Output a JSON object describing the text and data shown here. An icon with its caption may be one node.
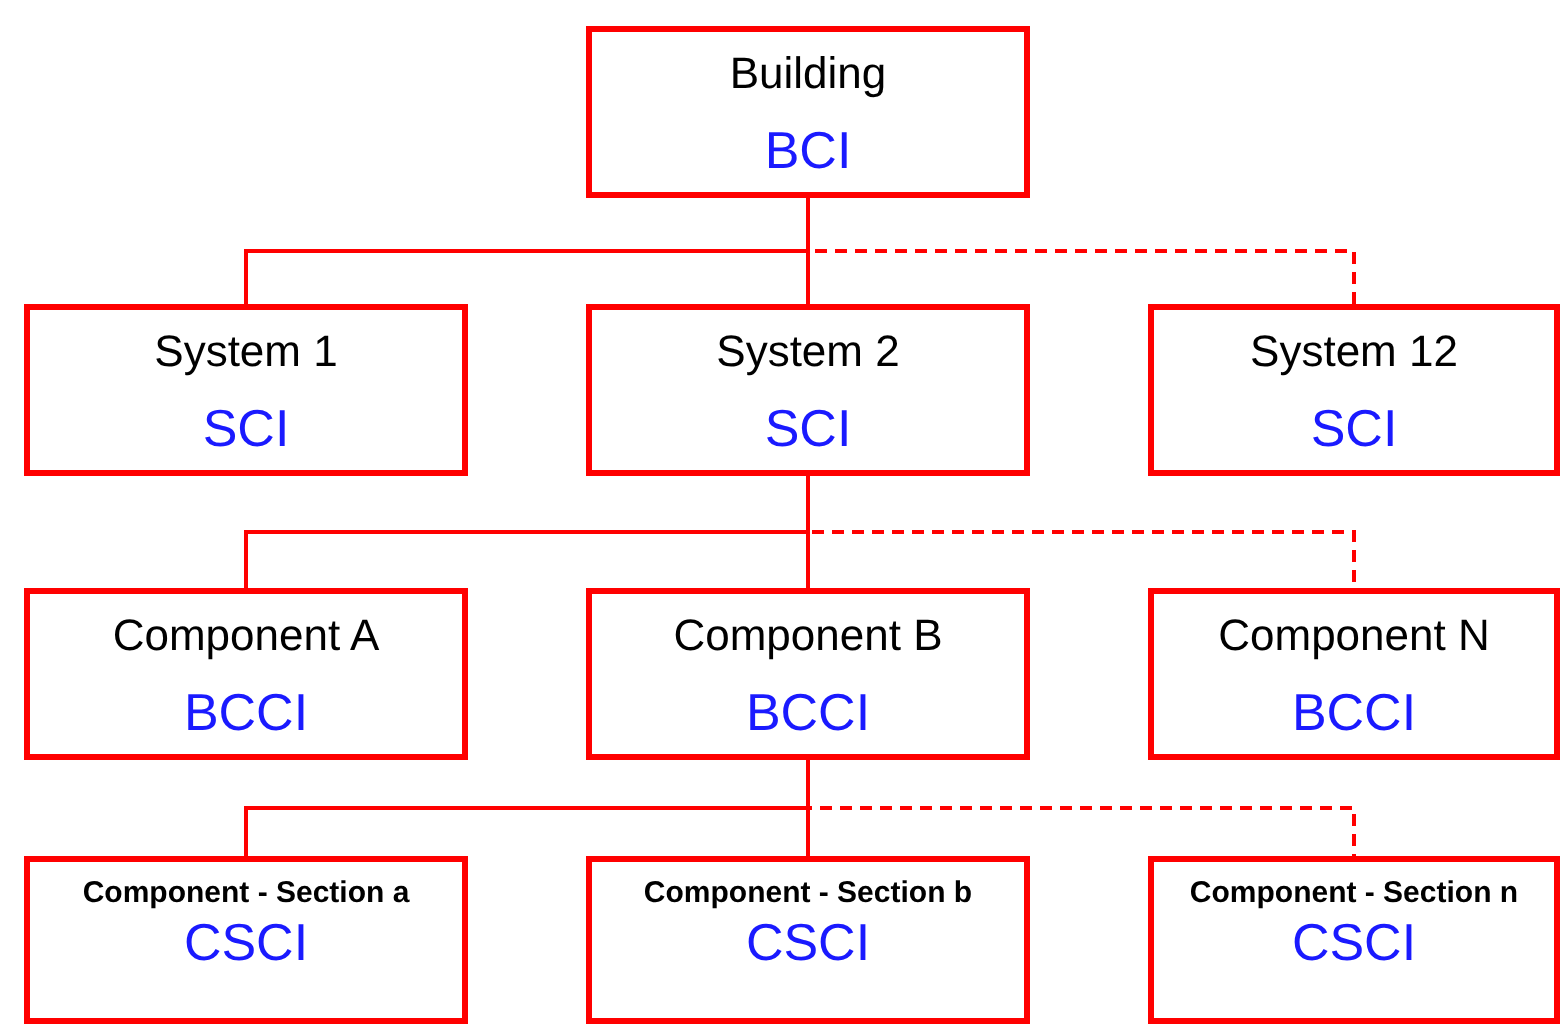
{
  "diagram": {
    "nodes": [
      {
        "text": [
          "Building",
          "BCI"
        ]
      },
      {
        "text": [
          "System 1",
          "SCI"
        ]
      },
      {
        "text": [
          "System 2",
          "SCI"
        ]
      },
      {
        "text": [
          "System 12",
          "SCI"
        ]
      },
      {
        "text": [
          "Component A",
          "BCCI"
        ]
      },
      {
        "text": [
          "Component B",
          "BCCI"
        ]
      },
      {
        "text": [
          "Component N",
          "BCCI"
        ]
      },
      {
        "text": [
          "Component - Section a",
          "CSCI"
        ]
      },
      {
        "text": [
          "Component - Section b",
          "CSCI"
        ]
      },
      {
        "text": [
          "Component - Section n",
          "CSCI"
        ]
      }
    ],
    "edges": [
      {
        "from": 0,
        "to": 1,
        "arrow": "none"
      },
      {
        "from": 0,
        "to": 2,
        "arrow": "none"
      },
      {
        "from": 0,
        "to": 3,
        "arrow": "none",
        "style": "dashed"
      },
      {
        "from": 2,
        "to": 4,
        "arrow": "none"
      },
      {
        "from": 2,
        "to": 5,
        "arrow": "none"
      },
      {
        "from": 2,
        "to": 6,
        "arrow": "none",
        "style": "dashed"
      },
      {
        "from": 5,
        "to": 7,
        "arrow": "none"
      },
      {
        "from": 5,
        "to": 8,
        "arrow": "none"
      },
      {
        "from": 5,
        "to": 9,
        "arrow": "none",
        "style": "dashed"
      }
    ]
  }
}
